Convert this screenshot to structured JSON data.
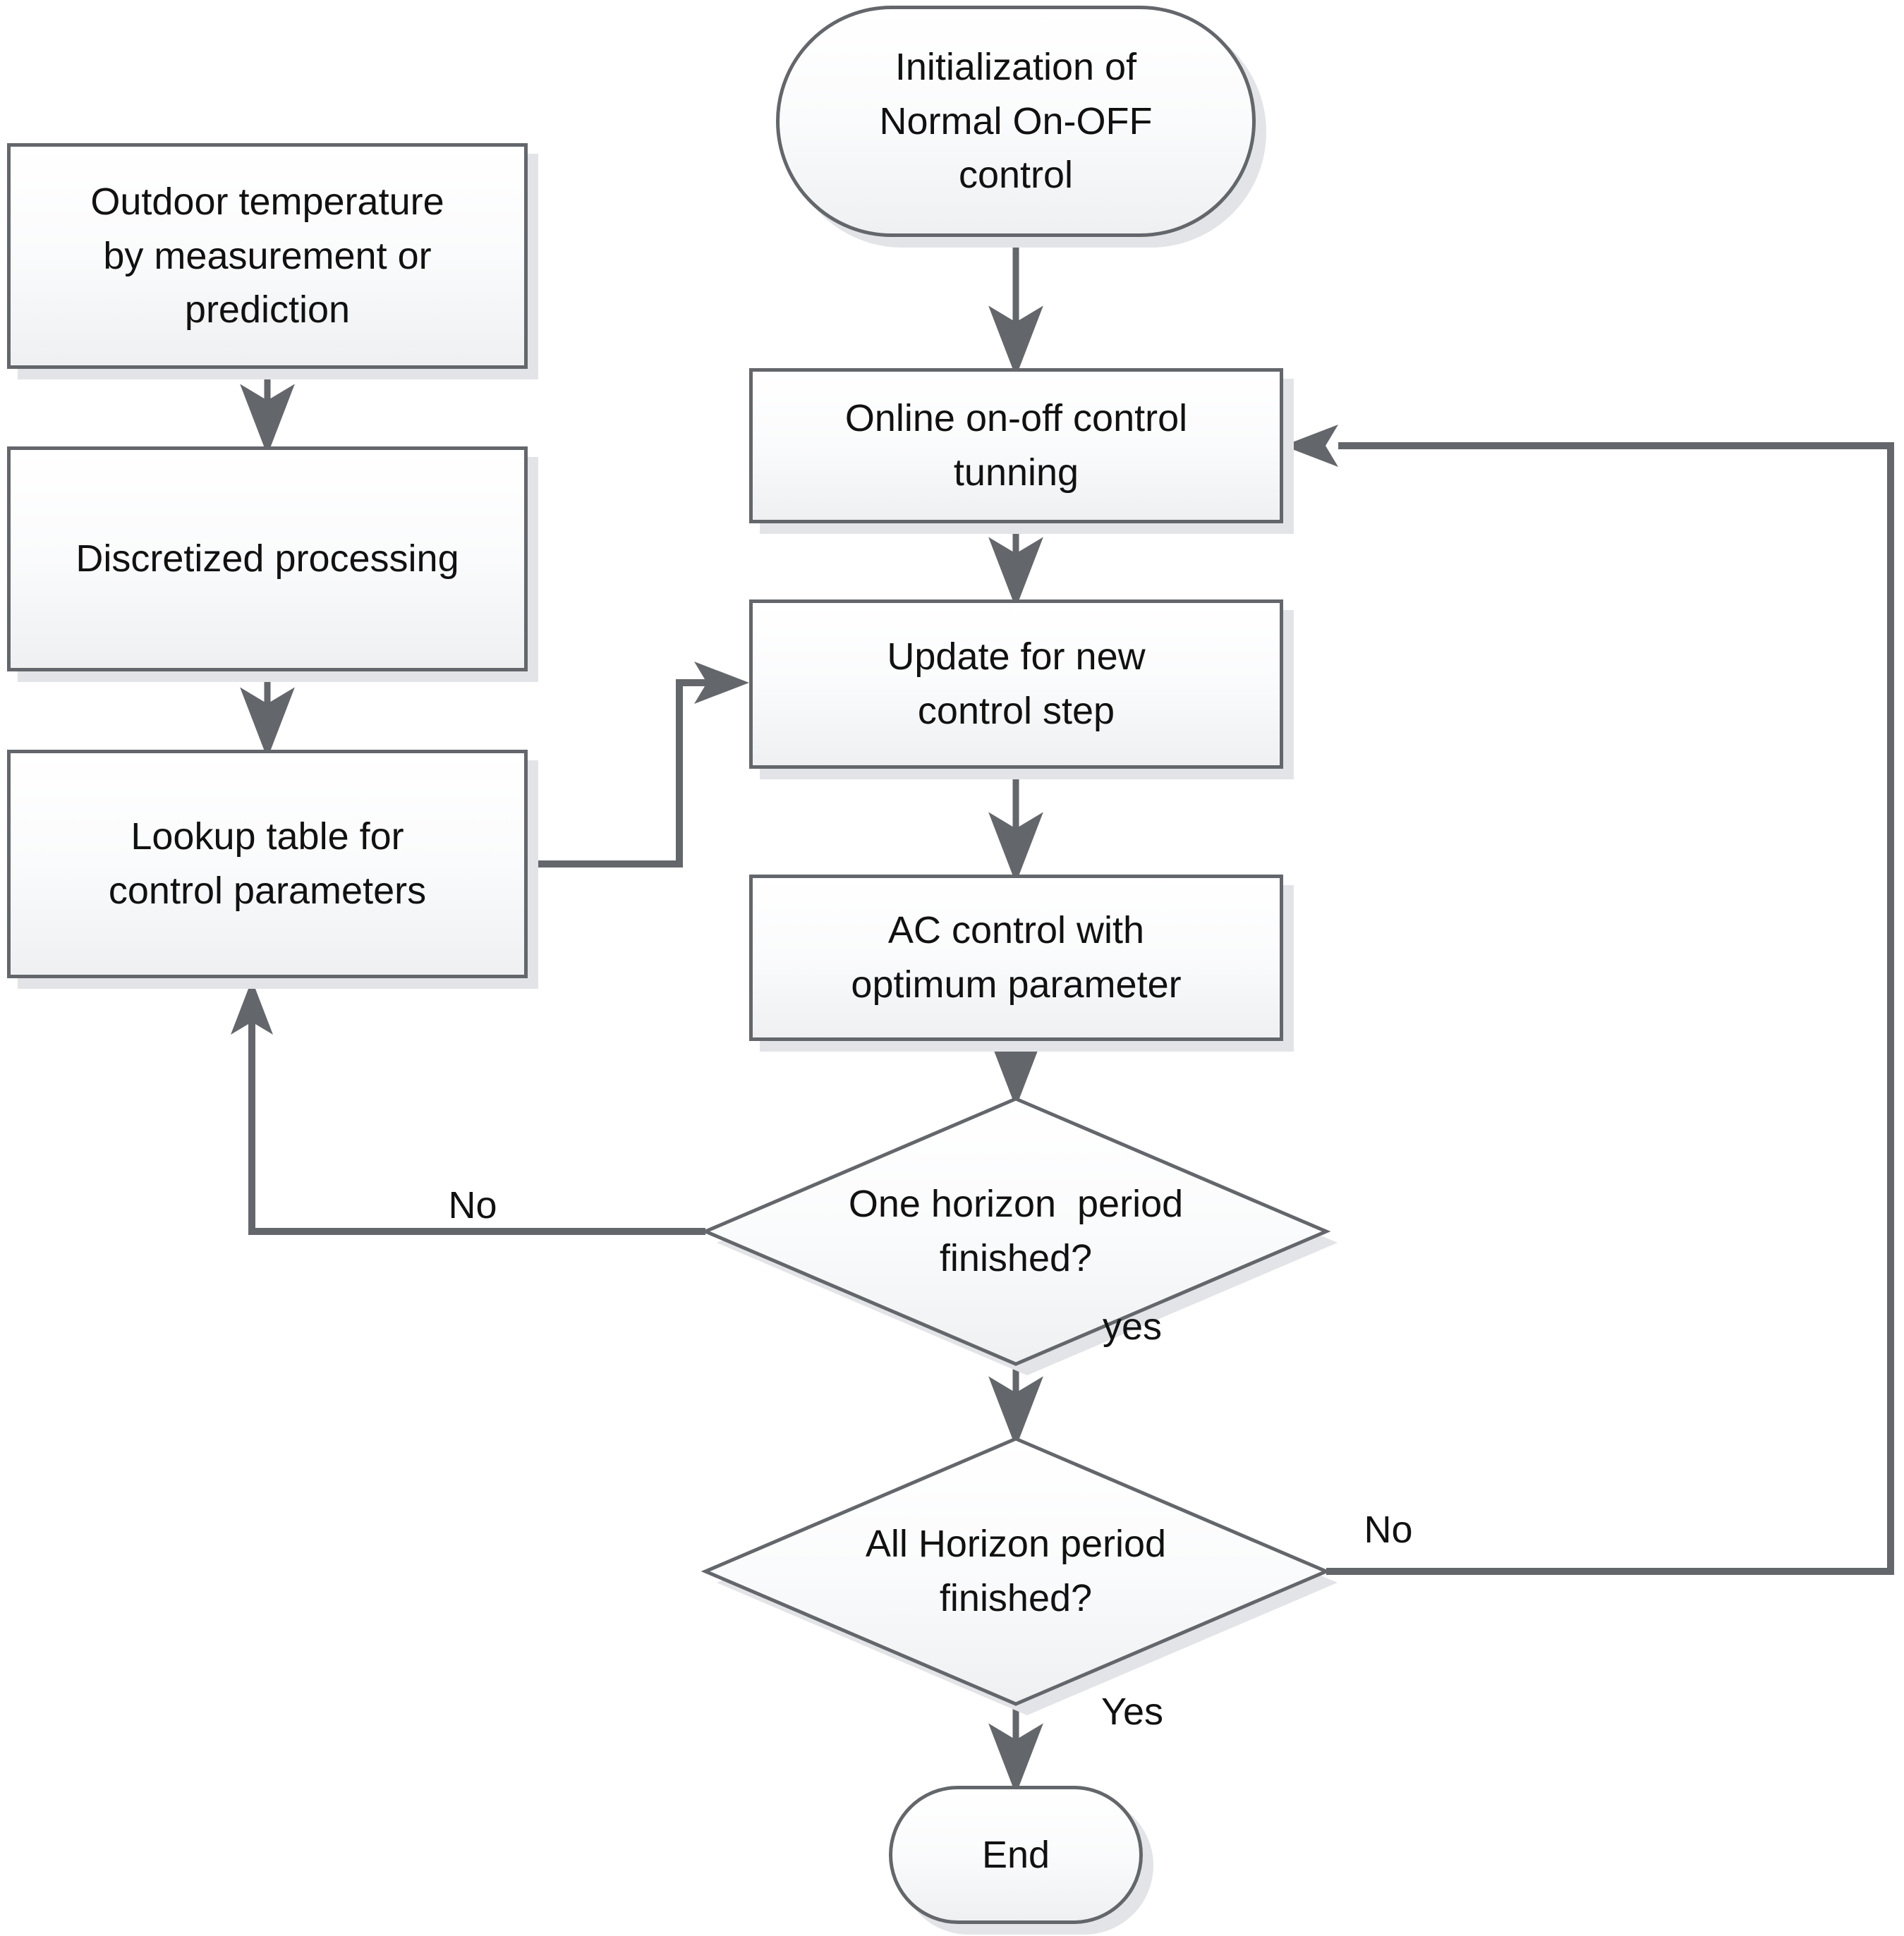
{
  "diagram": {
    "colors": {
      "line": "#63666a",
      "arrow_fill": "#63666a",
      "node_border": "#63666a",
      "node_fill_top": "#ffffff",
      "node_fill_bottom": "#eef0f2",
      "shadow": "#e2e4e7",
      "text": "#111111",
      "background": "#ffffff"
    },
    "nodes": {
      "init": {
        "type": "terminator",
        "label": "Initialization of\nNormal On-OFF\ncontrol"
      },
      "outdoor": {
        "type": "process",
        "label": "Outdoor temperature\nby measurement or\nprediction"
      },
      "discretized": {
        "type": "process",
        "label": "Discretized processing"
      },
      "lookup": {
        "type": "process",
        "label": "Lookup table for\ncontrol parameters"
      },
      "tunning": {
        "type": "process",
        "label": "Online on-off control\ntunning"
      },
      "update": {
        "type": "process",
        "label": "Update for new\ncontrol step"
      },
      "ac": {
        "type": "process",
        "label": "AC control with\noptimum parameter"
      },
      "horizon_one": {
        "type": "decision",
        "label": "One horizon  period\nfinished?"
      },
      "horizon_all": {
        "type": "decision",
        "label": "All Horizon period\nfinished?"
      },
      "end": {
        "type": "terminator",
        "label": "End"
      }
    },
    "edge_labels": {
      "one_no": "No",
      "one_yes": "yes",
      "all_no": "No",
      "all_yes": "Yes"
    },
    "edges": [
      {
        "from": "init",
        "to": "tunning",
        "label": ""
      },
      {
        "from": "tunning",
        "to": "update",
        "label": ""
      },
      {
        "from": "update",
        "to": "ac",
        "label": ""
      },
      {
        "from": "ac",
        "to": "horizon_one",
        "label": ""
      },
      {
        "from": "horizon_one",
        "to": "horizon_all",
        "label": "yes"
      },
      {
        "from": "horizon_one",
        "to": "lookup",
        "label": "No"
      },
      {
        "from": "horizon_all",
        "to": "end",
        "label": "Yes"
      },
      {
        "from": "horizon_all",
        "to": "tunning",
        "label": "No"
      },
      {
        "from": "outdoor",
        "to": "discretized",
        "label": ""
      },
      {
        "from": "discretized",
        "to": "lookup",
        "label": ""
      },
      {
        "from": "lookup",
        "to": "update",
        "label": ""
      }
    ]
  }
}
